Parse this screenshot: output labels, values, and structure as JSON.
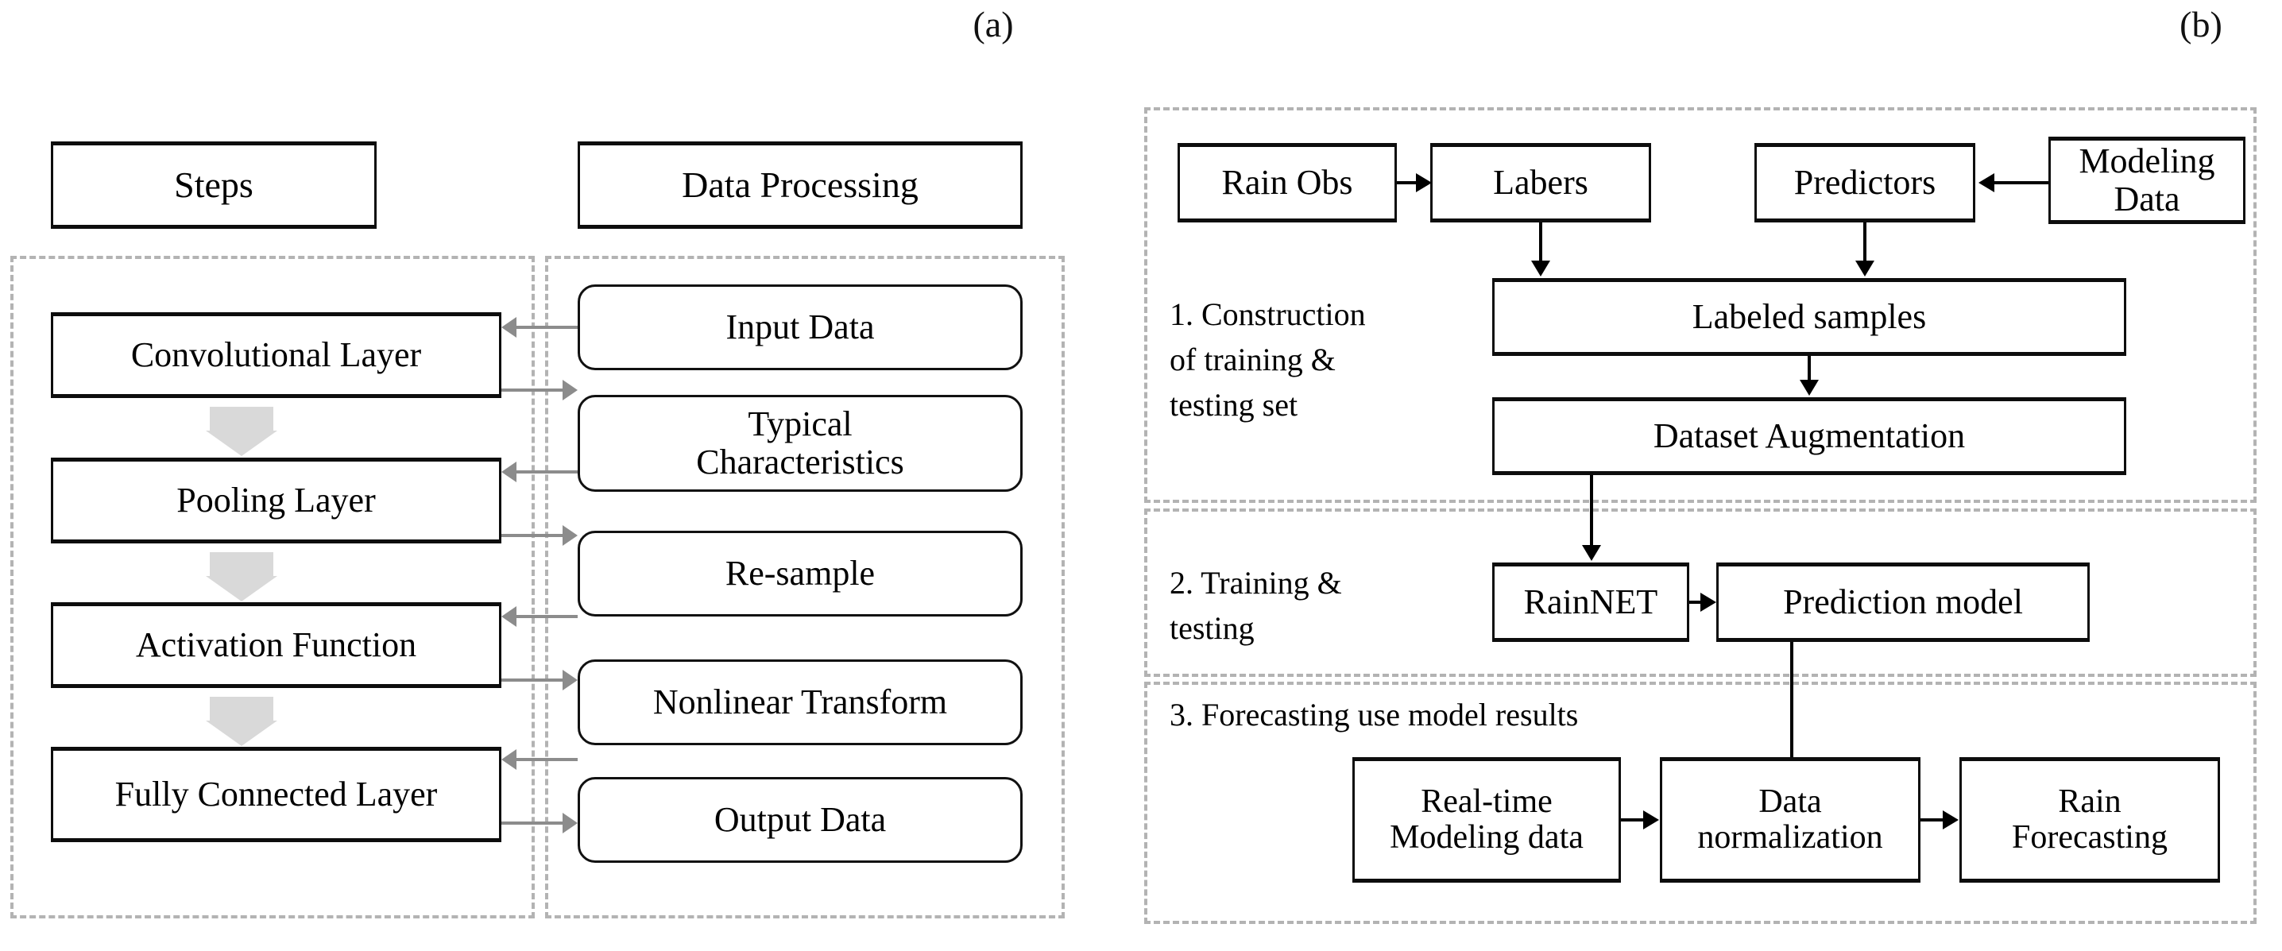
{
  "figure": {
    "panel_a_letter": "(a)",
    "panel_b_letter": "(b)"
  },
  "panel_a": {
    "headers": {
      "steps": "Steps",
      "data_processing": "Data Processing"
    },
    "steps_column": [
      "Convolutional Layer",
      "Pooling Layer",
      "Activation Function",
      "Fully Connected Layer"
    ],
    "processing_column": [
      "Input Data",
      "Typical Characteristics",
      "Re-sample",
      "Nonlinear Transform",
      "Output Data"
    ]
  },
  "panel_b": {
    "stage1": {
      "label": "1. Construction of training & testing set",
      "nodes": {
        "rain_obs": "Rain Obs",
        "labers": "Labers",
        "predictors": "Predictors",
        "modeling_data": "Modeling Data",
        "labeled_samples": "Labeled samples",
        "dataset_augmentation": "Dataset Augmentation"
      }
    },
    "stage2": {
      "label": "2. Training & testing",
      "nodes": {
        "rainnet": "RainNET",
        "prediction_model": "Prediction model"
      }
    },
    "stage3": {
      "label": "3. Forecasting use model results",
      "nodes": {
        "realtime_modeling_data": "Real-time Modeling data",
        "data_normalization": "Data normalization",
        "rain_forecasting": "Rain Forecasting"
      }
    }
  },
  "colors": {
    "dashed_border": "#b3b3b3",
    "grey_connector": "#8c8c8c",
    "block_arrow": "#d9d9d9",
    "box_border": "#0d0d0d",
    "background": "#ffffff"
  }
}
